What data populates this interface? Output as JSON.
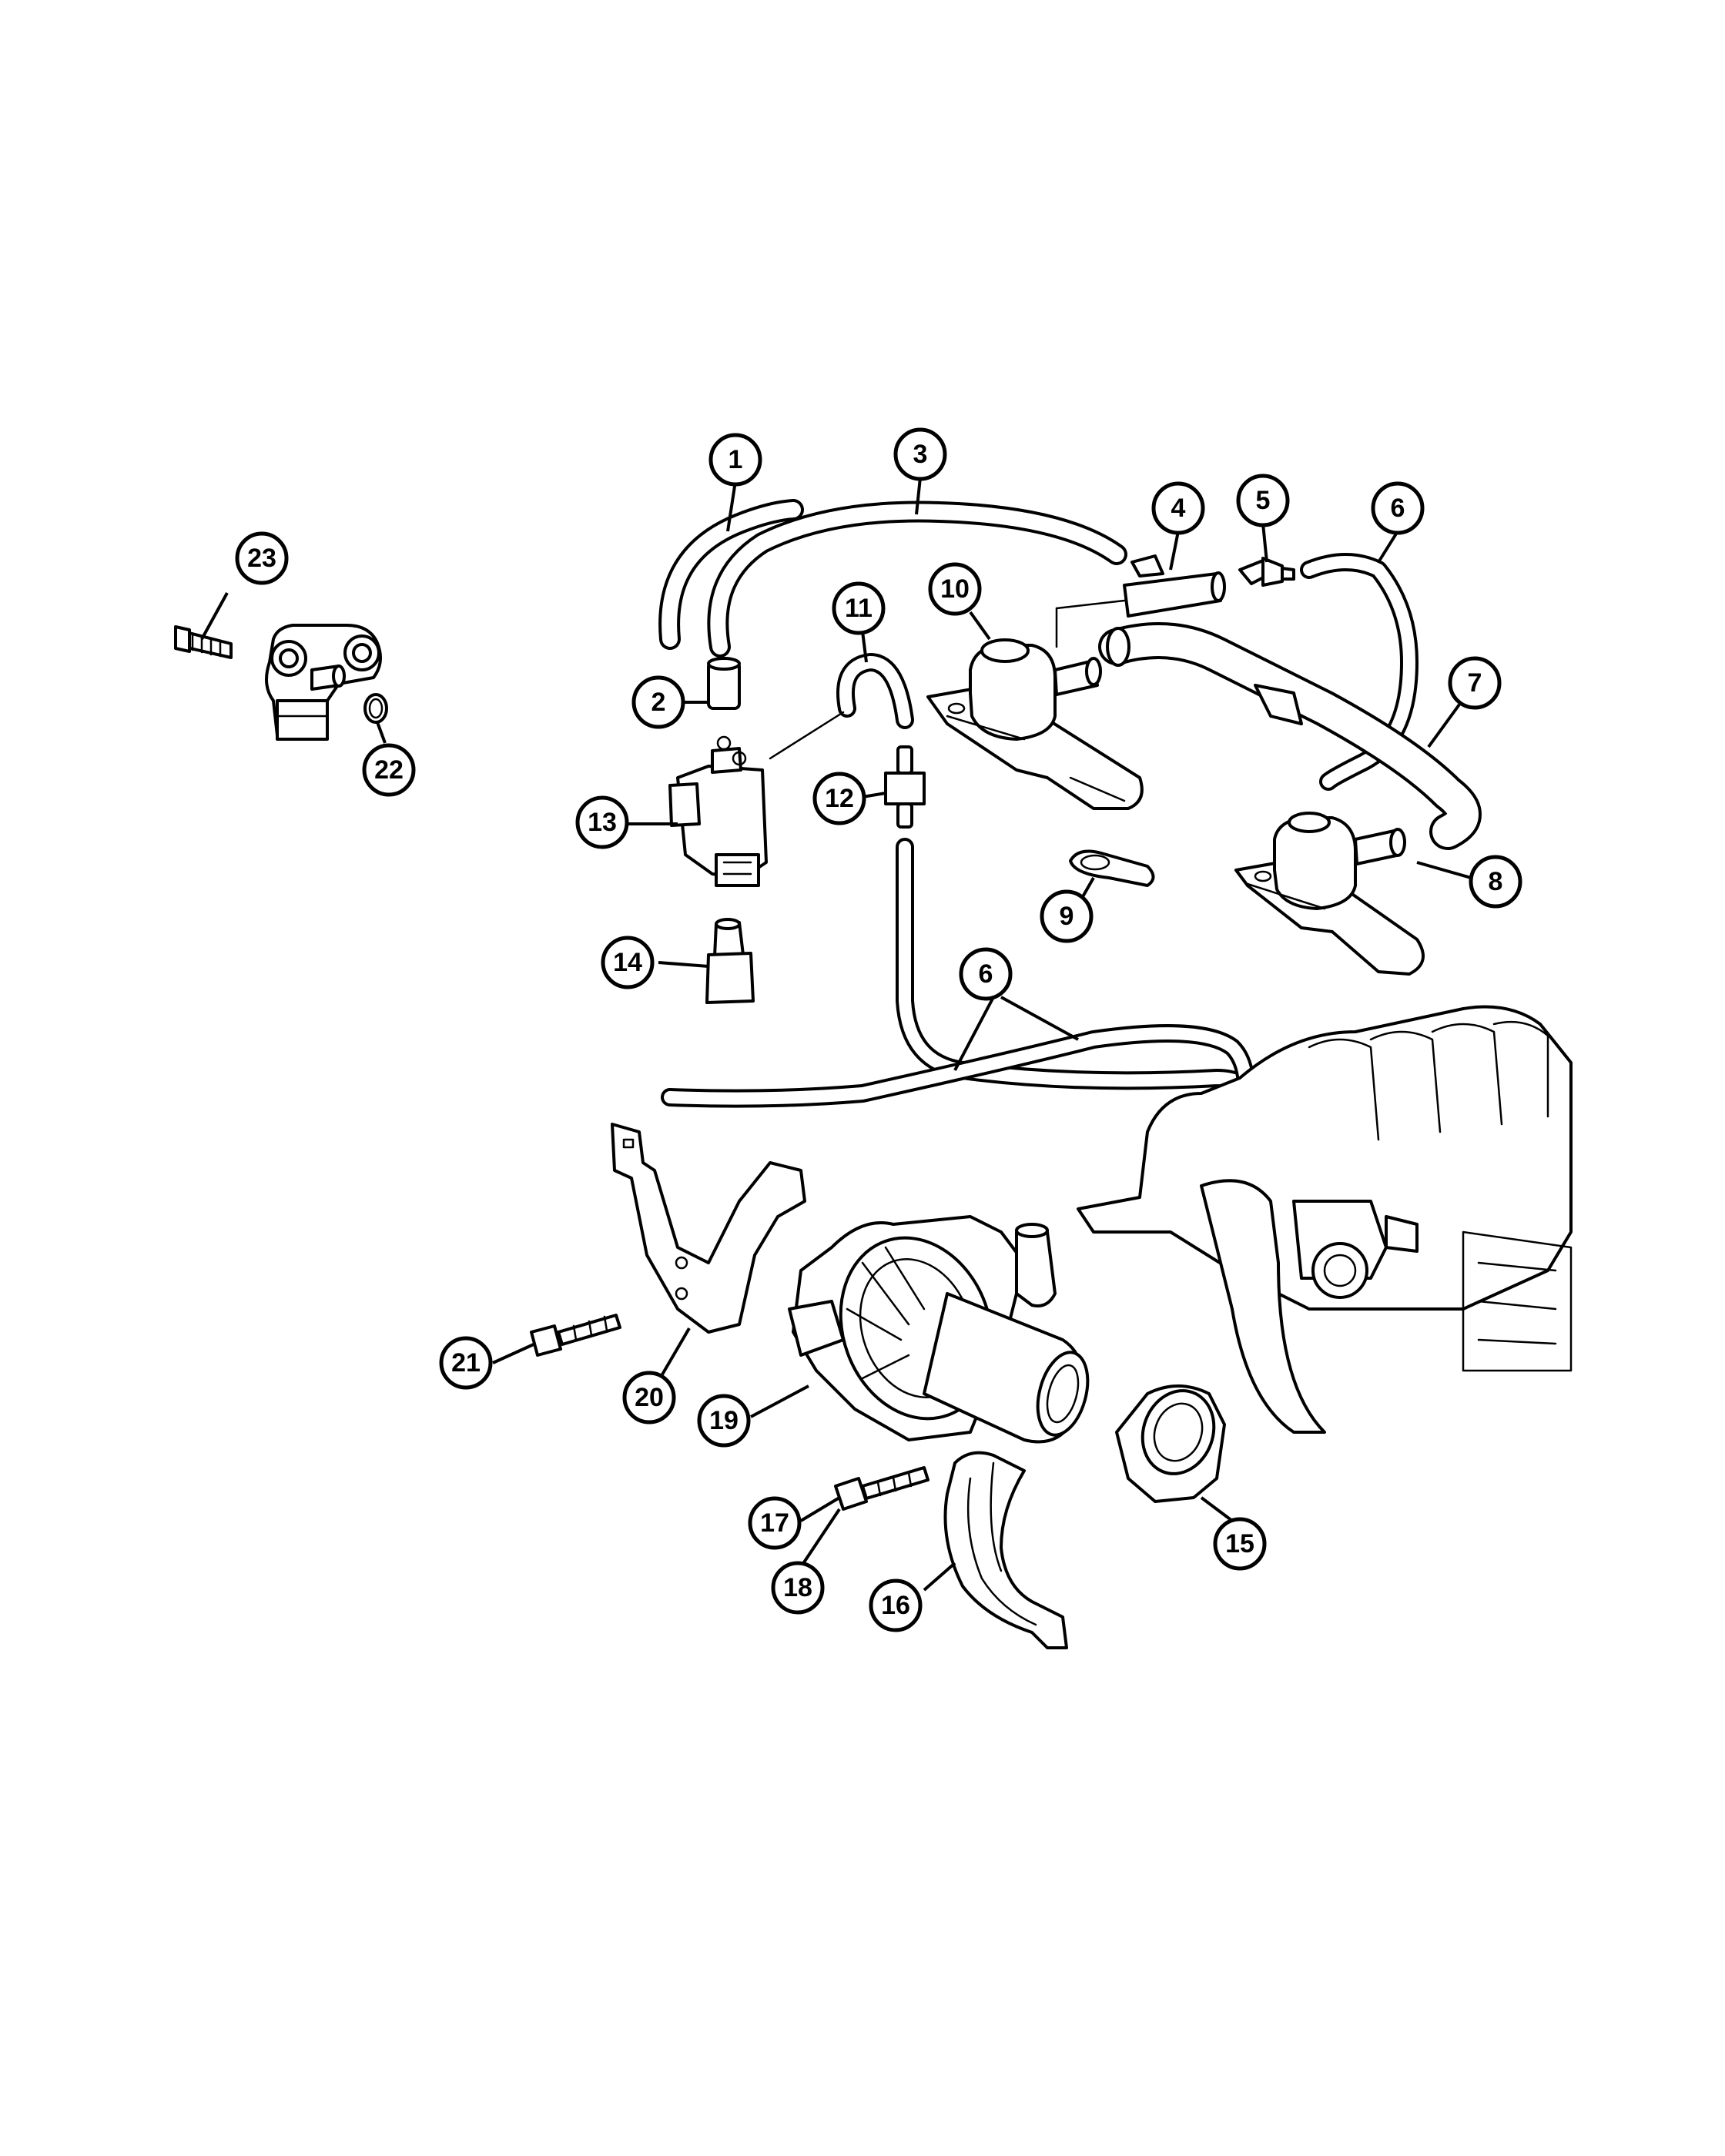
{
  "diagram": {
    "callouts": [
      {
        "id": "c1",
        "label": "1"
      },
      {
        "id": "c2",
        "label": "2"
      },
      {
        "id": "c3",
        "label": "3"
      },
      {
        "id": "c4",
        "label": "4"
      },
      {
        "id": "c5",
        "label": "5"
      },
      {
        "id": "c6a",
        "label": "6"
      },
      {
        "id": "c6b",
        "label": "6"
      },
      {
        "id": "c7",
        "label": "7"
      },
      {
        "id": "c8",
        "label": "8"
      },
      {
        "id": "c9",
        "label": "9"
      },
      {
        "id": "c10",
        "label": "10"
      },
      {
        "id": "c11",
        "label": "11"
      },
      {
        "id": "c12",
        "label": "12"
      },
      {
        "id": "c13",
        "label": "13"
      },
      {
        "id": "c14",
        "label": "14"
      },
      {
        "id": "c15",
        "label": "15"
      },
      {
        "id": "c16",
        "label": "16"
      },
      {
        "id": "c17",
        "label": "17"
      },
      {
        "id": "c18",
        "label": "18"
      },
      {
        "id": "c19",
        "label": "19"
      },
      {
        "id": "c20",
        "label": "20"
      },
      {
        "id": "c21",
        "label": "21"
      },
      {
        "id": "c22",
        "label": "22"
      },
      {
        "id": "c23",
        "label": "23"
      }
    ]
  }
}
